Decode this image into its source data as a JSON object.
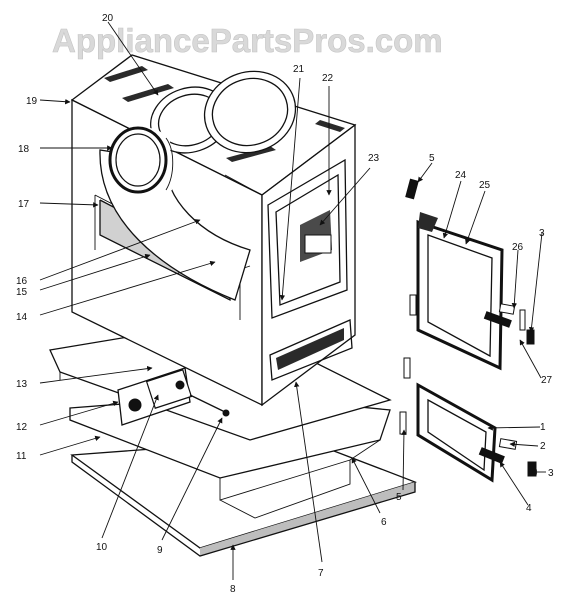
{
  "watermark": "AppliancePartsPros.com",
  "callouts": [
    "1",
    "2",
    "3",
    "3",
    "4",
    "5",
    "5",
    "6",
    "7",
    "8",
    "9",
    "10",
    "11",
    "12",
    "13",
    "14",
    "15",
    "16",
    "17",
    "18",
    "19",
    "20",
    "21",
    "22",
    "23",
    "24",
    "25",
    "26",
    "27"
  ]
}
